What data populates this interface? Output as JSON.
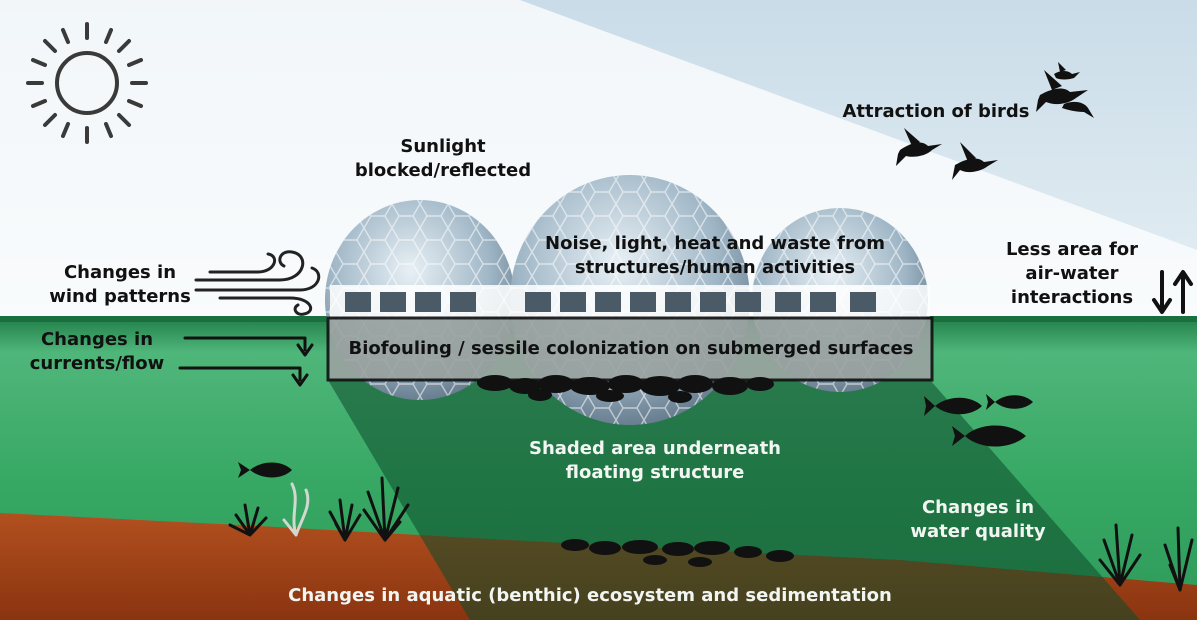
{
  "labels": {
    "sunlight": [
      "Sunlight",
      "blocked/reflected"
    ],
    "birds": "Attraction of birds",
    "noise": [
      "Noise, light, heat and waste from",
      "structures/human activities"
    ],
    "wind": [
      "Changes in",
      "wind patterns"
    ],
    "air_water": [
      "Less area for",
      "air-water",
      "interactions"
    ],
    "currents": [
      "Changes in",
      "currents/flow"
    ],
    "biofouling": "Biofouling / sessile colonization on submerged surfaces",
    "shaded": [
      "Shaded area underneath",
      "floating structure"
    ],
    "water_quality": [
      "Changes in",
      "water quality"
    ],
    "benthic": "Changes in aquatic (benthic) ecosystem and sedimentation"
  },
  "colors": {
    "sky_top": "#d9e6ef",
    "sky_haze": "#ffffff",
    "water_surface": "#2c8a55",
    "water_mid": "#3fae6a",
    "water_deep": "#2a9c58",
    "sediment": "#a8431a",
    "sediment_dark": "#7e2d0e",
    "biofouling_box": "#9aa3a0",
    "silhouette": "#151515"
  },
  "icons": [
    "sun-icon",
    "wind-icon",
    "current-arrow-icon",
    "up-down-arrows-icon",
    "bird-icon",
    "fish-icon",
    "seaweed-icon",
    "dome-structure"
  ]
}
